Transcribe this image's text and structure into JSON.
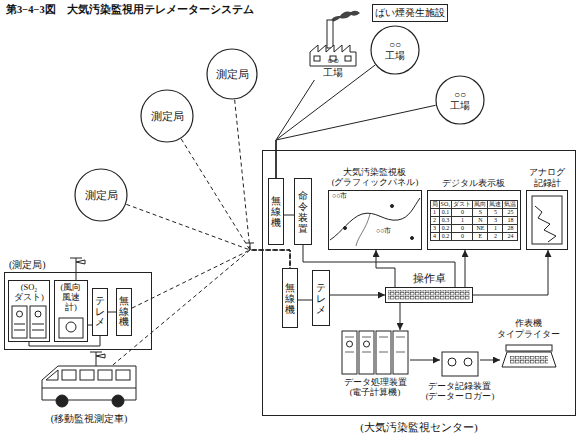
{
  "diagram": {
    "title": "第3−4−3図　大気汚染監視用テレメーターシステム",
    "nodes": [
      {
        "text": [
          "ばい煙発生施設"
        ]
      },
      {
        "text": [
          "○○工場"
        ]
      },
      {
        "text": [
          "○○工場"
        ]
      },
      {
        "text": [
          "測定局"
        ]
      },
      {
        "text": [
          "○○工場"
        ]
      },
      {
        "text": [
          "測定局"
        ]
      },
      {
        "text": [
          "測定局"
        ]
      },
      {
        "text": [
          "(測定局)"
        ]
      },
      {
        "text": [
          "(SO₂ ダスト)"
        ],
        "in": 7
      },
      {
        "text": [
          "(風向 風速 計)"
        ],
        "in": 7
      },
      {
        "text": [
          "テレメ"
        ],
        "in": 7
      },
      {
        "text": [
          "無線機"
        ],
        "in": 7
      },
      {
        "text": [
          "(移動監視測定車)"
        ]
      },
      {
        "text": [
          "(大気汚染監視センター)"
        ]
      },
      {
        "text": [
          "無線機"
        ],
        "in": 13
      },
      {
        "text": [
          "命令装置"
        ],
        "in": 13
      },
      {
        "text": [
          "大気汚染監視板 (グラフィックパネル)"
        ],
        "in": 13
      },
      {
        "text": [
          "デジタル表示板"
        ],
        "in": 13
      },
      {
        "text": [
          "アナログ 記録計"
        ],
        "in": 13
      },
      {
        "text": [
          "無線機"
        ],
        "in": 13
      },
      {
        "text": [
          "テレメ"
        ],
        "in": 13
      },
      {
        "text": [
          "操作卓"
        ],
        "in": 13
      },
      {
        "text": [
          "データ処理装置 (電子計算機)"
        ],
        "in": 13
      },
      {
        "text": [
          "データ記録装置 (データーロガー)"
        ],
        "in": 13
      },
      {
        "text": [
          "作表機 タイプライター"
        ],
        "in": 13
      }
    ],
    "edges": [
      {
        "from": 3,
        "to": 19,
        "arrow": "none"
      },
      {
        "from": 5,
        "to": 19,
        "arrow": "none"
      },
      {
        "from": 6,
        "to": 19,
        "arrow": "none"
      },
      {
        "from": 11,
        "to": 19,
        "arrow": "none"
      },
      {
        "from": 12,
        "to": 19,
        "arrow": "none"
      },
      {
        "from": 1,
        "to": 14,
        "arrow": "none"
      },
      {
        "from": 2,
        "to": 14,
        "arrow": "none"
      },
      {
        "from": 4,
        "to": 14,
        "arrow": "none"
      },
      {
        "from": 15,
        "to": 14,
        "arrow": "none"
      },
      {
        "from": 8,
        "to": 10,
        "arrow": "none"
      },
      {
        "from": 9,
        "to": 10,
        "arrow": "none"
      },
      {
        "from": 10,
        "to": 11,
        "arrow": "none"
      },
      {
        "from": 19,
        "to": 20,
        "arrow": "none"
      },
      {
        "from": 20,
        "to": 21,
        "arrow": "to"
      },
      {
        "from": 15,
        "to": 21,
        "arrow": "none"
      },
      {
        "from": 21,
        "to": 16,
        "arrow": "to"
      },
      {
        "from": 21,
        "to": 17,
        "arrow": "to"
      },
      {
        "from": 21,
        "to": 18,
        "arrow": "to"
      },
      {
        "from": 21,
        "to": 22,
        "arrow": "to"
      },
      {
        "from": 22,
        "to": 23,
        "arrow": "to"
      },
      {
        "from": 23,
        "to": 24,
        "arrow": "to"
      }
    ],
    "labels": [
      "○○市",
      "○○市",
      "局",
      "SO₂",
      "ダスト",
      "風向",
      "風速",
      "気温",
      "1",
      "0.1",
      "0",
      "S",
      "5",
      "25",
      "2",
      "0.3",
      "1",
      "N",
      "3",
      "18",
      "3",
      "0.2",
      "0",
      "NE",
      "1",
      "28",
      "4",
      "0.2",
      "0",
      "E",
      "2",
      "24"
    ]
  }
}
